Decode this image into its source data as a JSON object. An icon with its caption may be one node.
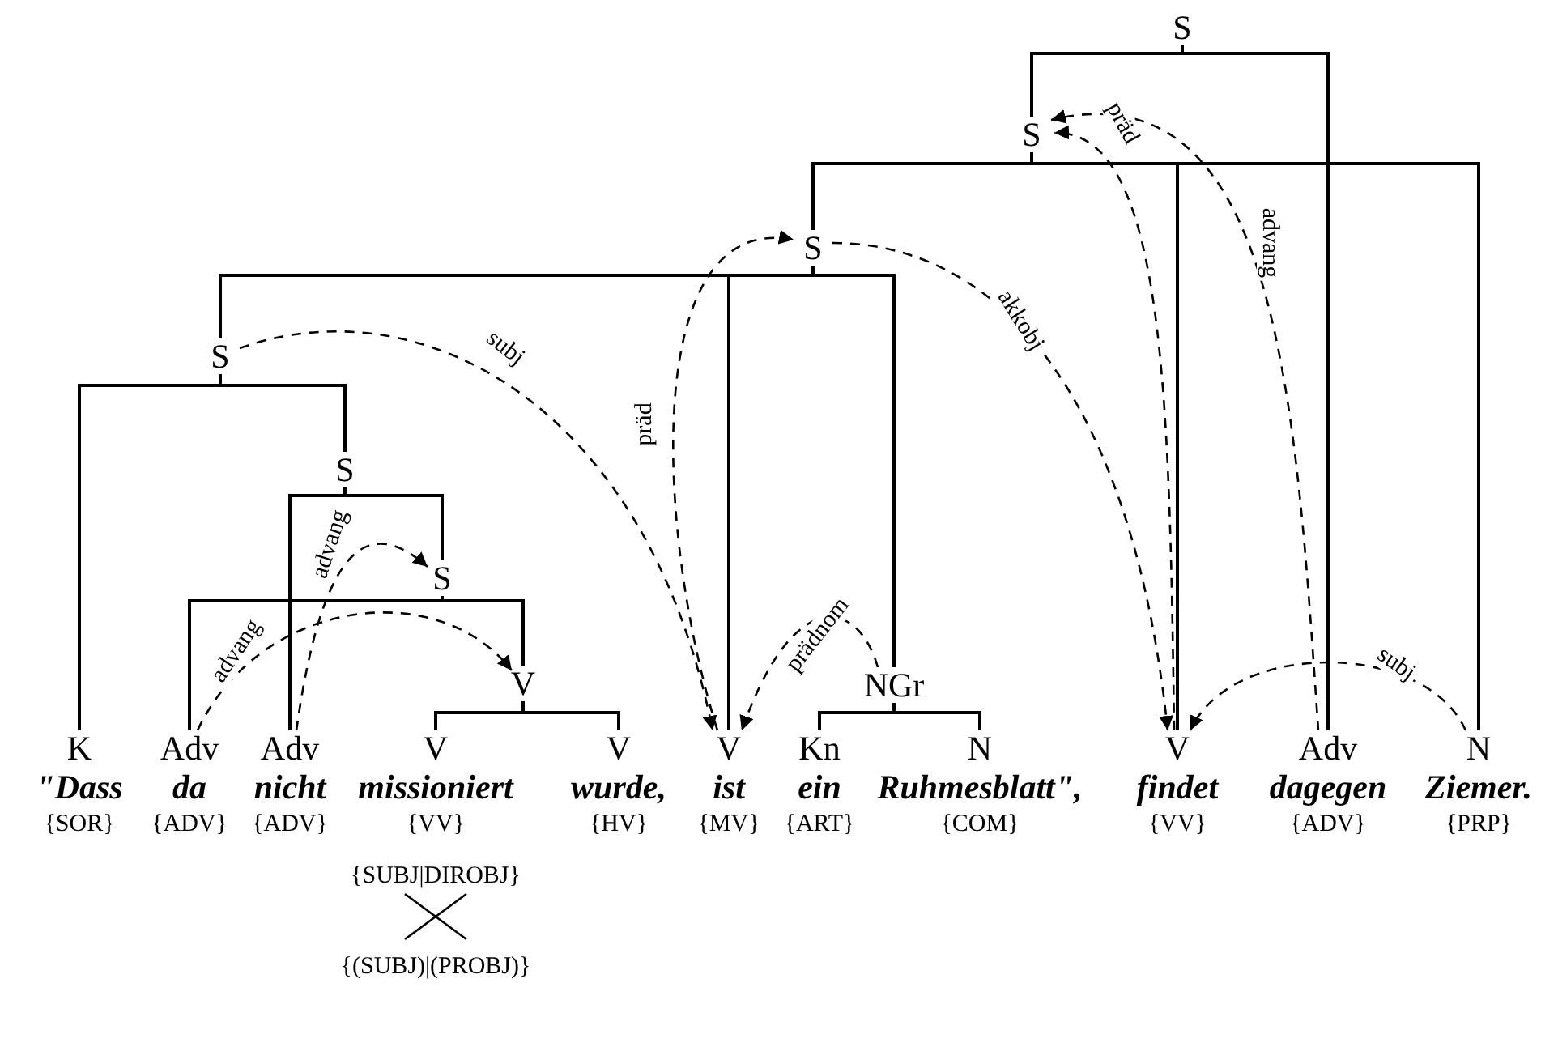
{
  "diagram": {
    "nodes": [
      {
        "text": [
          "S"
        ]
      },
      {
        "text": [
          "S"
        ]
      },
      {
        "text": [
          "S"
        ]
      },
      {
        "text": [
          "S"
        ]
      },
      {
        "text": [
          "S"
        ]
      },
      {
        "text": [
          "S"
        ]
      },
      {
        "text": [
          "V"
        ]
      },
      {
        "text": [
          "NGr"
        ]
      },
      {
        "text": [
          "K",
          "\"Dass",
          "{SOR}"
        ]
      },
      {
        "text": [
          "Adv",
          "da",
          "{ADV}"
        ]
      },
      {
        "text": [
          "Adv",
          "nicht",
          "{ADV}"
        ]
      },
      {
        "text": [
          "V",
          "missioniert",
          "{VV}"
        ]
      },
      {
        "text": [
          "V",
          "wurde,",
          "{HV}"
        ]
      },
      {
        "text": [
          "V",
          "ist",
          "{MV}"
        ]
      },
      {
        "text": [
          "Kn",
          "ein",
          "{ART}"
        ]
      },
      {
        "text": [
          "N",
          "Ruhmesblatt\",",
          "{COM}"
        ]
      },
      {
        "text": [
          "V",
          "findet",
          "{VV}"
        ]
      },
      {
        "text": [
          "Adv",
          "dagegen",
          "{ADV}"
        ]
      },
      {
        "text": [
          "N",
          "Ziemer.",
          "{PRP}"
        ]
      }
    ],
    "edges": [
      {
        "from": 0,
        "to": 1,
        "arrow": "none"
      },
      {
        "from": 0,
        "to": 17,
        "arrow": "none"
      },
      {
        "from": 1,
        "to": 2,
        "arrow": "none"
      },
      {
        "from": 1,
        "to": 16,
        "arrow": "none"
      },
      {
        "from": 1,
        "to": 18,
        "arrow": "none"
      },
      {
        "from": 2,
        "to": 3,
        "arrow": "none"
      },
      {
        "from": 2,
        "to": 13,
        "arrow": "none"
      },
      {
        "from": 2,
        "to": 7,
        "arrow": "none"
      },
      {
        "from": 3,
        "to": 8,
        "arrow": "none"
      },
      {
        "from": 3,
        "to": 4,
        "arrow": "none"
      },
      {
        "from": 4,
        "to": 10,
        "arrow": "none"
      },
      {
        "from": 4,
        "to": 5,
        "arrow": "none"
      },
      {
        "from": 5,
        "to": 9,
        "arrow": "none"
      },
      {
        "from": 5,
        "to": 6,
        "arrow": "none"
      },
      {
        "from": 6,
        "to": 11,
        "arrow": "none"
      },
      {
        "from": 6,
        "to": 12,
        "arrow": "none"
      },
      {
        "from": 7,
        "to": 14,
        "arrow": "none"
      },
      {
        "from": 7,
        "to": 15,
        "arrow": "none"
      },
      {
        "from": 3,
        "to": 13,
        "arrow": "to",
        "label": "subj",
        "style": "dashed"
      },
      {
        "from": 13,
        "to": 2,
        "arrow": "to",
        "label": "präd",
        "style": "dashed"
      },
      {
        "from": 7,
        "to": 13,
        "arrow": "to",
        "label": "prädnom",
        "style": "dashed"
      },
      {
        "from": 2,
        "to": 16,
        "arrow": "to",
        "label": "akkobj",
        "style": "dashed"
      },
      {
        "from": 16,
        "to": 1,
        "arrow": "to",
        "label": "präd",
        "style": "dashed"
      },
      {
        "from": 17,
        "to": 1,
        "arrow": "to",
        "label": "advang",
        "style": "dashed"
      },
      {
        "from": 18,
        "to": 16,
        "arrow": "to",
        "label": "subj",
        "style": "dashed"
      },
      {
        "from": 9,
        "to": 6,
        "arrow": "to",
        "label": "advang",
        "style": "dashed"
      },
      {
        "from": 10,
        "to": 5,
        "arrow": "to",
        "label": "advang",
        "style": "dashed"
      }
    ],
    "labels": [
      "{SUBJ|DIROBJ}",
      "{(SUBJ)|(PROBJ)}"
    ]
  }
}
